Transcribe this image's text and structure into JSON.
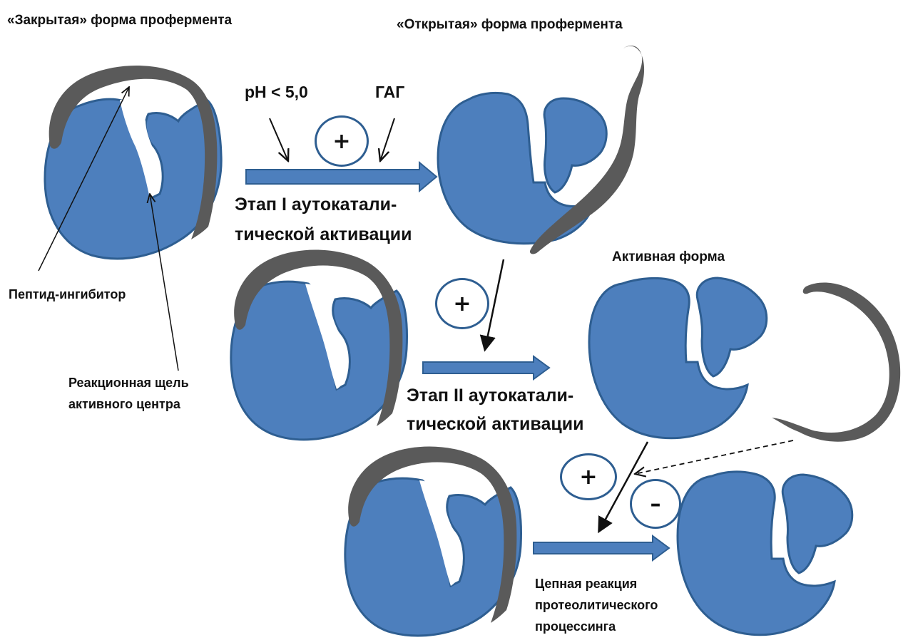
{
  "labels": {
    "closed_form": "«Закрытая» форма профермента",
    "open_form": "«Открытая» форма профермента",
    "ph": "pH < 5,0",
    "gag": "ГАГ",
    "stage1_line1": "Этап I аутокатали-",
    "stage1_line2": "тической активации",
    "peptide_inhibitor": "Пептид-ингибитор",
    "reaction_cleft_line1": "Реакционная щель",
    "reaction_cleft_line2": "активного центра",
    "active_form": "Активная  форма",
    "stage2_line1": "Этап II аутокатали-",
    "stage2_line2": "тической активации",
    "chain_line1": "Цепная реакция",
    "chain_line2": "протеолитического",
    "chain_line3": "процессинга"
  },
  "signs": {
    "plus_stage1": "+",
    "plus_stage2": "+",
    "plus_chain": "+",
    "minus_chain": "–"
  },
  "colors": {
    "enzyme_fill": "#4d7fbd",
    "enzyme_stroke": "#2e5e91",
    "peptide_fill": "#5a5a5a",
    "arrow_fill": "#4d7fbd"
  }
}
